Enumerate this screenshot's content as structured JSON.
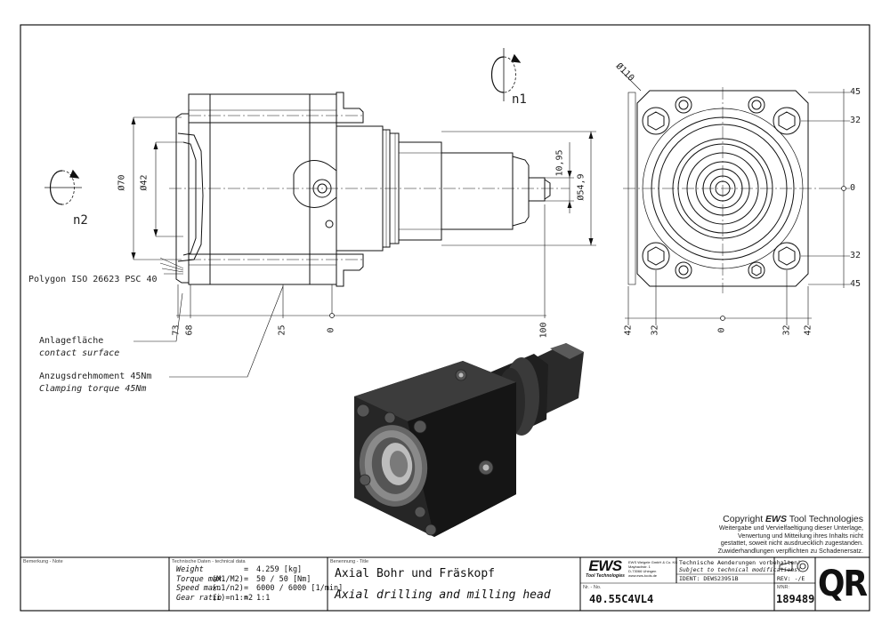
{
  "side_view": {
    "rotation_top_label": "n1",
    "rotation_left_label": "n2",
    "dims": {
      "d70": "Ø70",
      "d42": "Ø42",
      "d54_9": "Ø54,9",
      "v10_95": "10,95",
      "x73": "73",
      "x68": "68",
      "x25": "25",
      "x0": "0",
      "x100": "100"
    },
    "polygon_label": "Polygon ISO 26623 PSC 40",
    "contact_de": "Anlagefläche",
    "contact_en": "contact surface",
    "torque_de": "Anzugsdrehmoment 45Nm",
    "torque_en": "Clamping torque 45Nm"
  },
  "front_view": {
    "d110": "Ø110",
    "right": [
      "45",
      "32",
      "0",
      "32",
      "45"
    ],
    "bottom": [
      "42",
      "32",
      "0",
      "32",
      "42"
    ]
  },
  "copyright": {
    "prefix": "Copyright",
    "brand": "EWS",
    "suffix": "Tool Technologies",
    "lines": [
      "Weitergabe und Vervielfaeltigung dieser Unterlage,",
      "Verwertung und Mitteilung ihres Inhalts nicht",
      "gestattet, soweit nicht ausdruecklich zugestanden.",
      "Zuwiderhandlungen verpflichten zu Schadenersatz."
    ]
  },
  "title_block": {
    "remark_label": "Bemerkung - Note",
    "tech_label": "Technische Daten - technical data",
    "tech_rows": [
      {
        "name": "Weight",
        "cond": "",
        "eq": "=",
        "val": "4.259 [kg]"
      },
      {
        "name": "Torque max.",
        "cond": "(M1/M2)",
        "eq": "=",
        "val": "50 / 50 [Nm]"
      },
      {
        "name": "Speed max.",
        "cond": "(n1/n2)",
        "eq": "=",
        "val": "6000 / 6000 [1/min]"
      },
      {
        "name": "Gear ratio",
        "cond": "(i)=n1:n2",
        "eq": "=",
        "val": "1:1"
      }
    ],
    "title_label": "Benennung - Title",
    "title_de": "Axial Bohr und Fräskopf",
    "title_en": "Axial drilling and milling head",
    "logo_text": "EWS",
    "logo_sub": "Tool Technologies",
    "company_lines": [
      "EWS Weigele GmbH & Co. KG",
      "Maybachstr. 1",
      "D-73066 Uhingen",
      "www.ews-tools.de"
    ],
    "change_de": "Technische Aenderungen vorbehalten!",
    "change_en": "Subject to technical modifications!",
    "ident": "IDENT: DEWS23951B",
    "nr_label": "Nr. - No.",
    "nr": "40.55C4VL4",
    "rev": "REV: -/E",
    "mnr_label": "MNR:",
    "mnr": "189489",
    "qr": "QR"
  }
}
